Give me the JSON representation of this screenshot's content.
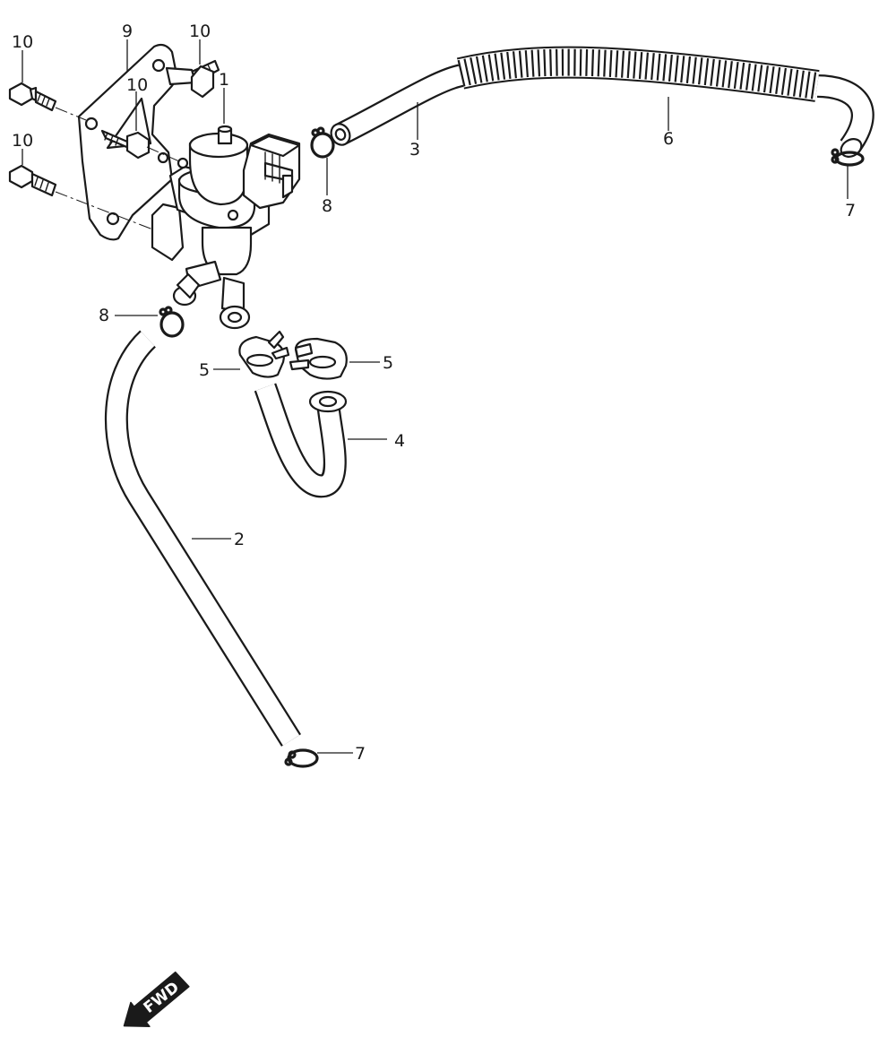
{
  "diagram": {
    "type": "exploded-parts-diagram",
    "callouts": [
      {
        "id": "c1",
        "label": "1"
      },
      {
        "id": "c2",
        "label": "2"
      },
      {
        "id": "c3",
        "label": "3"
      },
      {
        "id": "c4",
        "label": "4"
      },
      {
        "id": "c5a",
        "label": "5"
      },
      {
        "id": "c5b",
        "label": "5"
      },
      {
        "id": "c6",
        "label": "6"
      },
      {
        "id": "c7a",
        "label": "7"
      },
      {
        "id": "c7b",
        "label": "7"
      },
      {
        "id": "c8a",
        "label": "8"
      },
      {
        "id": "c8b",
        "label": "8"
      },
      {
        "id": "c9",
        "label": "9"
      },
      {
        "id": "c10a",
        "label": "10"
      },
      {
        "id": "c10b",
        "label": "10"
      },
      {
        "id": "c10c",
        "label": "10"
      },
      {
        "id": "c10d",
        "label": "10"
      }
    ],
    "direction_indicator": {
      "label": "FWD",
      "icon": "arrow-left-down-icon"
    },
    "colors": {
      "line": "#1a1a1a",
      "background": "#ffffff"
    }
  }
}
